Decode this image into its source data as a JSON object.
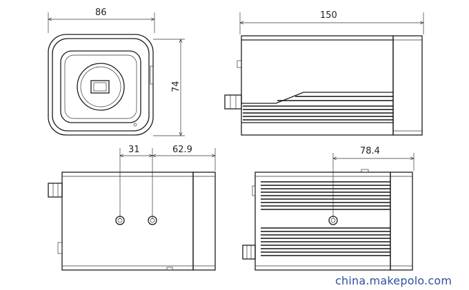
{
  "dimensions": {
    "width": "86",
    "height": "74",
    "length": "150",
    "mount_a": "31",
    "mount_b": "62.9",
    "mount_c": "78.4"
  },
  "watermark": "china.makepolo.com"
}
